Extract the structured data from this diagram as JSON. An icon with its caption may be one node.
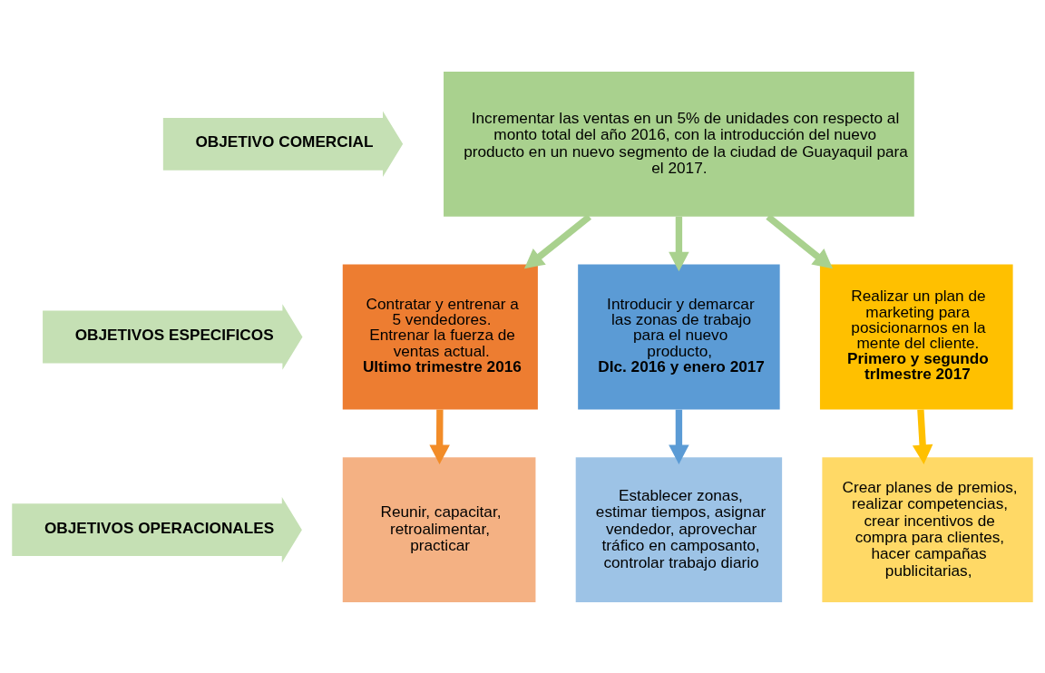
{
  "diagram": {
    "nodes": [
      {
        "text": [
          "OBJETIVO COMERCIAL"
        ]
      },
      {
        "text": [
          "Incrementar las ventas en un 5% de unidades con respecto al monto total del año 2016, con la introducción del nuevo producto en un nuevo segmento de la ciudad de Guayaquil para el 2017."
        ]
      },
      {
        "text": [
          "OBJETIVOS ESPECIFICOS"
        ]
      },
      {
        "text": [
          "Contratar y entrenar a 5 vendedores.",
          "Entrenar la fuerza de ventas actual.",
          "Ultimo trimestre 2016"
        ]
      },
      {
        "text": [
          "Introducir y demarcar las zonas de trabajo para el nuevo producto,",
          "DIc. 2016 y enero 2017"
        ]
      },
      {
        "text": [
          "Realizar un plan de marketing para posicionarnos en la mente del cliente.",
          "Primero y segundo trImestre 2017"
        ]
      },
      {
        "text": [
          "OBJETIVOS OPERACIONALES"
        ]
      },
      {
        "text": [
          "Reunir, capacitar, retroalimentar, practicar"
        ]
      },
      {
        "text": [
          "Establecer zonas, estimar tiempos, asignar vendedor, aprovechar tráfico en camposanto, controlar trabajo diario"
        ]
      },
      {
        "text": [
          "Crear planes de premios, realizar competencias, crear incentivos de compra para clientes, hacer campañas publicitarias,"
        ]
      }
    ],
    "edges": [
      {
        "from": 1,
        "to": 3,
        "arrow": "to"
      },
      {
        "from": 1,
        "to": 4,
        "arrow": "to"
      },
      {
        "from": 1,
        "to": 5,
        "arrow": "to"
      },
      {
        "from": 3,
        "to": 7,
        "arrow": "to",
        "color": "#f28c28"
      },
      {
        "from": 4,
        "to": 8,
        "arrow": "to",
        "color": "#5b9bd5"
      },
      {
        "from": 5,
        "to": 9,
        "arrow": "to",
        "color": "#ffc000"
      }
    ]
  }
}
